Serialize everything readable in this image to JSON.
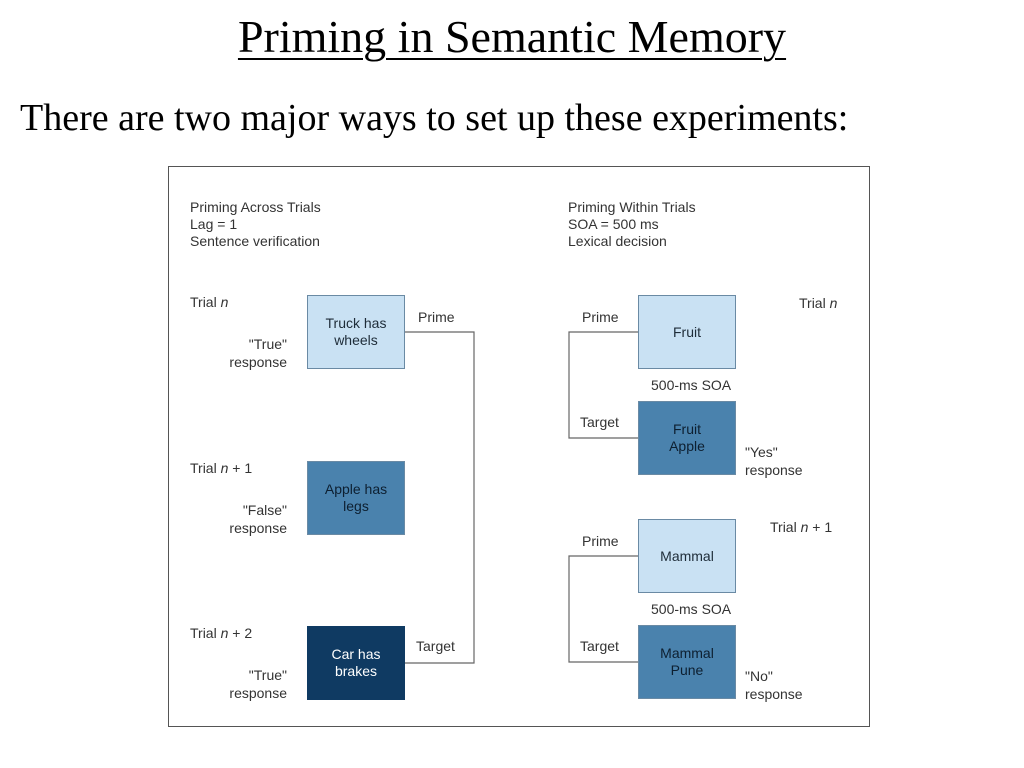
{
  "slide": {
    "title": "Priming in Semantic Memory",
    "subtitle": "There are two major ways to set up these experiments:"
  },
  "figure": {
    "left_panel": {
      "heading": [
        "Priming Across Trials",
        "Lag = 1",
        "Sentence verification"
      ],
      "trials": [
        {
          "trial_prefix": "Trial ",
          "trial_n": "n",
          "trial_suffix": "",
          "stimulus": "Truck has\nwheels",
          "response": "\"True\"\nresponse",
          "shade": "light"
        },
        {
          "trial_prefix": "Trial ",
          "trial_n": "n",
          "trial_suffix": " + 1",
          "stimulus": "Apple has\nlegs",
          "response": "\"False\"\nresponse",
          "shade": "mid"
        },
        {
          "trial_prefix": "Trial ",
          "trial_n": "n",
          "trial_suffix": " + 2",
          "stimulus": "Car has\nbrakes",
          "response": "\"True\"\nresponse",
          "shade": "dark"
        }
      ],
      "prime_label": "Prime",
      "target_label": "Target"
    },
    "right_panel": {
      "heading": [
        "Priming Within Trials",
        "SOA = 500 ms",
        "Lexical decision"
      ],
      "trials": [
        {
          "trial_prefix": "Trial ",
          "trial_n": "n",
          "trial_suffix": "",
          "prime_label": "Prime",
          "prime_word": "Fruit",
          "soa": "500-ms SOA",
          "target_label": "Target",
          "target_words": "Fruit\nApple",
          "response": "\"Yes\"\nresponse"
        },
        {
          "trial_prefix": "Trial ",
          "trial_n": "n",
          "trial_suffix": " + 1",
          "prime_label": "Prime",
          "prime_word": "Mammal",
          "soa": "500-ms SOA",
          "target_label": "Target",
          "target_words": "Mammal\nPune",
          "response": "\"No\"\nresponse"
        }
      ]
    },
    "colors": {
      "light_box": "#c9e1f3",
      "mid_box": "#4a82ad",
      "dark_box": "#0f3a62",
      "connector": "#666666"
    }
  }
}
